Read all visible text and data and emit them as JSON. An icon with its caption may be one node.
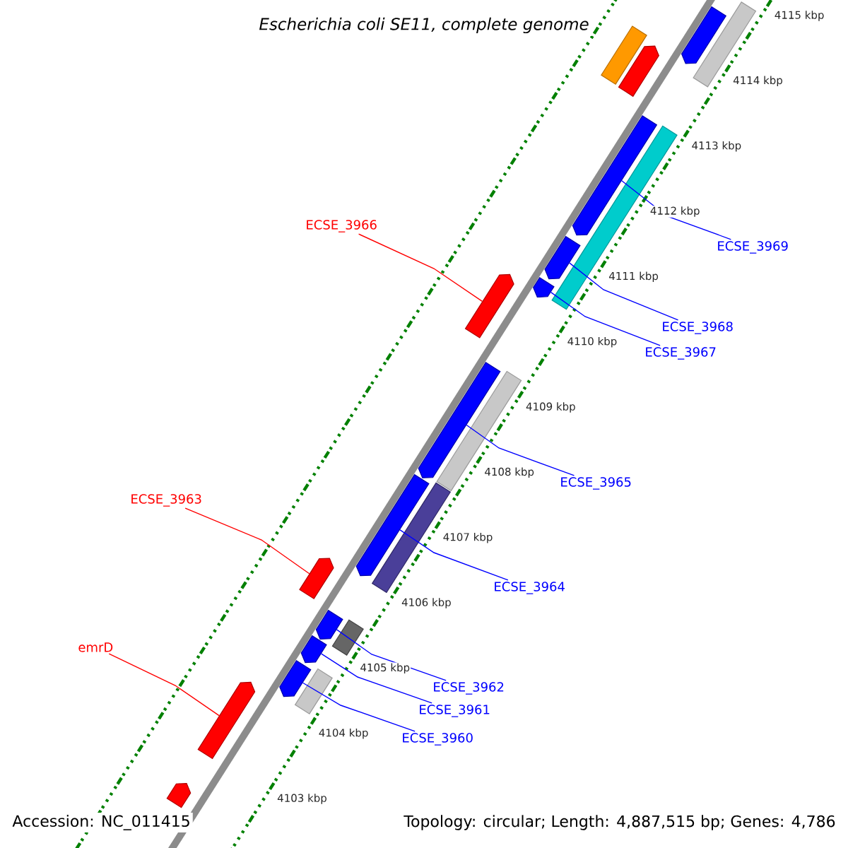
{
  "diagram": {
    "title": "Escherichia coli SE11, complete genome",
    "nodes": [
      {
        "text": [
          "ECSE_3966"
        ]
      },
      {
        "text": [
          "ECSE_3969"
        ]
      },
      {
        "text": [
          "ECSE_3968"
        ]
      },
      {
        "text": [
          "ECSE_3967"
        ]
      },
      {
        "text": [
          "ECSE_3965"
        ]
      },
      {
        "text": [
          "ECSE_3963"
        ]
      },
      {
        "text": [
          "ECSE_3964"
        ]
      },
      {
        "text": [
          "emrD"
        ]
      },
      {
        "text": [
          "ECSE_3962"
        ]
      },
      {
        "text": [
          "ECSE_3961"
        ]
      },
      {
        "text": [
          "ECSE_3960"
        ]
      },
      {
        "text": [],
        "shape": "pentagon"
      },
      {
        "text": [],
        "shape": "bar"
      },
      {
        "text": [],
        "shape": "bar"
      },
      {
        "text": [],
        "shape": "pentagon"
      },
      {
        "text": [],
        "shape": "bar"
      },
      {
        "text": [],
        "shape": "pentagon"
      },
      {
        "text": [],
        "shape": "pentagon"
      },
      {
        "text": [],
        "shape": "pentagon"
      },
      {
        "text": [],
        "shape": "pentagon"
      },
      {
        "text": [],
        "shape": "pentagon"
      },
      {
        "text": [],
        "shape": "bar"
      },
      {
        "text": [],
        "shape": "pentagon"
      },
      {
        "text": [],
        "shape": "bar"
      },
      {
        "text": [],
        "shape": "pentagon"
      },
      {
        "text": [],
        "shape": "pentagon"
      },
      {
        "text": [],
        "shape": "bar"
      },
      {
        "text": [],
        "shape": "pentagon"
      },
      {
        "text": [],
        "shape": "pentagon"
      },
      {
        "text": [],
        "shape": "bar"
      },
      {
        "text": [],
        "shape": "pentagon"
      },
      {
        "text": [],
        "shape": "pentagon"
      }
    ],
    "edges": [
      {
        "from": 0,
        "to": 19,
        "arrow": "none",
        "color": "#ff0000"
      },
      {
        "from": 1,
        "to": 16,
        "arrow": "none"
      },
      {
        "from": 2,
        "to": 17,
        "arrow": "none"
      },
      {
        "from": 3,
        "to": 18,
        "arrow": "none"
      },
      {
        "from": 4,
        "to": 20,
        "arrow": "none"
      },
      {
        "from": 5,
        "to": 24,
        "arrow": "none",
        "color": "#ff0000"
      },
      {
        "from": 6,
        "to": 22,
        "arrow": "none"
      },
      {
        "from": 7,
        "to": 30,
        "arrow": "none",
        "color": "#ff0000"
      },
      {
        "from": 8,
        "to": 25,
        "arrow": "none"
      },
      {
        "from": 9,
        "to": 27,
        "arrow": "none"
      },
      {
        "from": 10,
        "to": 28,
        "arrow": "none"
      }
    ],
    "labels": [
      "4115 kbp",
      "4114 kbp",
      "4113 kbp",
      "4112 kbp",
      "4111 kbp",
      "4110 kbp",
      "4109 kbp",
      "4108 kbp",
      "4107 kbp",
      "4106 kbp",
      "4105 kbp",
      "4104 kbp",
      "4103 kbp",
      "Accession: NC_011415",
      "Topology: circular; Length: 4,887,515 bp; Genes: 4,786"
    ]
  }
}
